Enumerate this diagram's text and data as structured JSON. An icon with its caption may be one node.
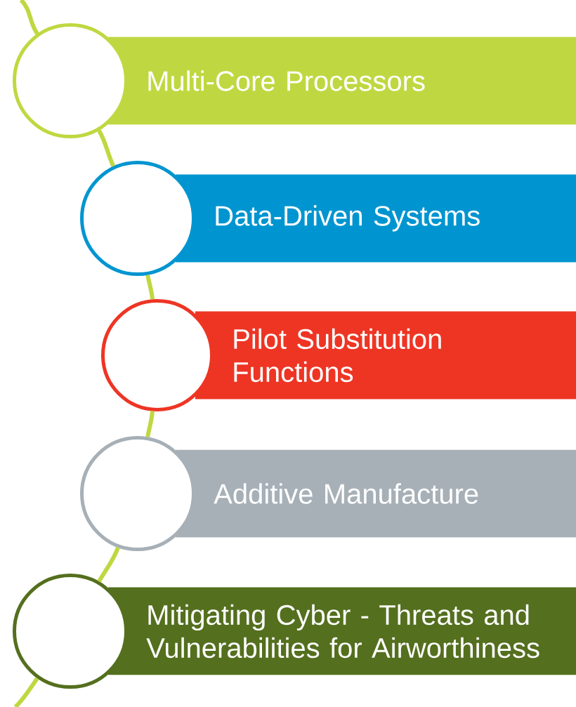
{
  "diagram": {
    "nodes": [
      {
        "text": [],
        "shape": "circle"
      },
      {
        "text": [
          "Multi-Core Processors"
        ]
      },
      {
        "text": [],
        "shape": "circle"
      },
      {
        "text": [
          "Data-Driven Systems"
        ]
      },
      {
        "text": [],
        "shape": "circle"
      },
      {
        "text": [
          "Pilot Substitution Functions"
        ]
      },
      {
        "text": [],
        "shape": "circle"
      },
      {
        "text": [
          "Additive Manufacture"
        ]
      },
      {
        "text": [],
        "shape": "circle"
      },
      {
        "text": [
          "Mitigating Cyber - Threats and Vulnerabilities for Airworthiness"
        ]
      }
    ],
    "edges": [
      {
        "from": null,
        "to": 0,
        "arrow": "none"
      },
      {
        "from": 0,
        "to": 2,
        "arrow": "none"
      },
      {
        "from": 2,
        "to": 4,
        "arrow": "none"
      },
      {
        "from": 4,
        "to": 6,
        "arrow": "none"
      },
      {
        "from": 6,
        "to": 8,
        "arrow": "none"
      },
      {
        "from": 8,
        "to": null,
        "arrow": "none"
      }
    ]
  }
}
